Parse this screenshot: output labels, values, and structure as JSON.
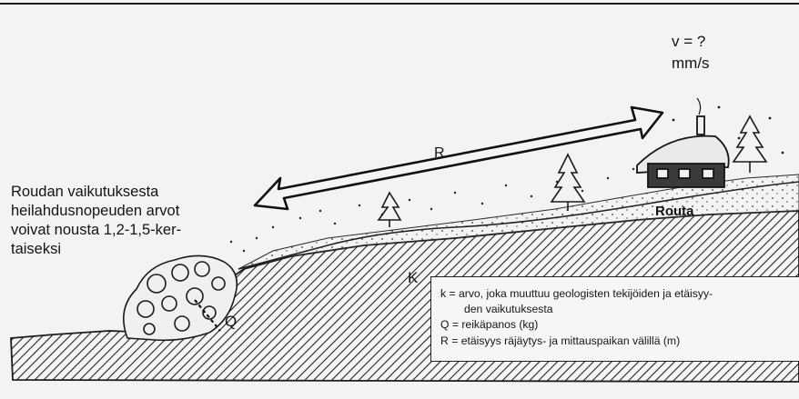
{
  "side_text": [
    "Roudan vaikutuksesta",
    "heilahdusnopeuden arvot",
    "voivat nousta 1,2-1,5-ker-",
    "taiseksi"
  ],
  "velocity": [
    "v = ?",
    "mm/s"
  ],
  "labels": {
    "r": "R",
    "routa": "Routa",
    "k": "K",
    "q": "Q"
  },
  "legend": [
    "k = arvo, joka muuttuu geologisten tekijöiden ja etäisyy-",
    "den vaikutuksesta",
    "Q = reikäpanos (kg)",
    "R = etäisyys räjäytys- ja mittauspaikan välillä (m)"
  ]
}
